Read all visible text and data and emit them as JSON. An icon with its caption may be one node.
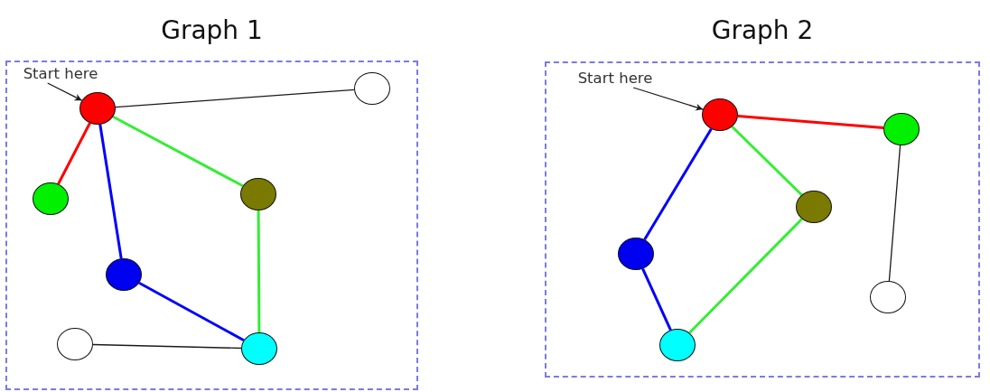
{
  "diagram": {
    "nodes": [
      {
        "text": [
          "Graph 1"
        ]
      },
      {
        "text": [
          "Start here"
        ],
        "in": 0
      },
      {
        "text": [],
        "shape": "circle",
        "in": 0
      },
      {
        "text": [],
        "shape": "circle",
        "in": 0
      },
      {
        "text": [],
        "shape": "circle",
        "in": 0
      },
      {
        "text": [],
        "shape": "circle",
        "in": 0
      },
      {
        "text": [],
        "shape": "circle",
        "in": 0
      },
      {
        "text": [],
        "shape": "circle",
        "in": 0
      },
      {
        "text": [],
        "shape": "circle",
        "in": 0
      },
      {
        "text": [
          "Graph 2"
        ]
      },
      {
        "text": [
          "Start here"
        ],
        "in": 9
      },
      {
        "text": [],
        "shape": "circle",
        "in": 9
      },
      {
        "text": [],
        "shape": "circle",
        "in": 9
      },
      {
        "text": [],
        "shape": "circle",
        "in": 9
      },
      {
        "text": [],
        "shape": "circle",
        "in": 9
      },
      {
        "text": [],
        "shape": "circle",
        "in": 9
      },
      {
        "text": [],
        "shape": "circle",
        "in": 9
      }
    ],
    "edges": [
      {
        "from": 1,
        "to": 2,
        "arrow": "to"
      },
      {
        "from": 2,
        "to": 3,
        "arrow": "none"
      },
      {
        "from": 2,
        "to": 4,
        "arrow": "none",
        "color": "#ff0000"
      },
      {
        "from": 2,
        "to": 6,
        "arrow": "none",
        "color": "#0000ff"
      },
      {
        "from": 2,
        "to": 5,
        "arrow": "none",
        "color": "#33ee33"
      },
      {
        "from": 5,
        "to": 8,
        "arrow": "none",
        "color": "#33ee33"
      },
      {
        "from": 6,
        "to": 8,
        "arrow": "none",
        "color": "#0000ff"
      },
      {
        "from": 7,
        "to": 8,
        "arrow": "none"
      },
      {
        "from": 10,
        "to": 11,
        "arrow": "to"
      },
      {
        "from": 11,
        "to": 12,
        "arrow": "none",
        "color": "#ff0000"
      },
      {
        "from": 11,
        "to": 14,
        "arrow": "none",
        "color": "#0000ff"
      },
      {
        "from": 11,
        "to": 13,
        "arrow": "none",
        "color": "#33ee33"
      },
      {
        "from": 13,
        "to": 16,
        "arrow": "none",
        "color": "#33ee33"
      },
      {
        "from": 14,
        "to": 16,
        "arrow": "none",
        "color": "#0000ff"
      },
      {
        "from": 12,
        "to": 15,
        "arrow": "none"
      }
    ]
  }
}
